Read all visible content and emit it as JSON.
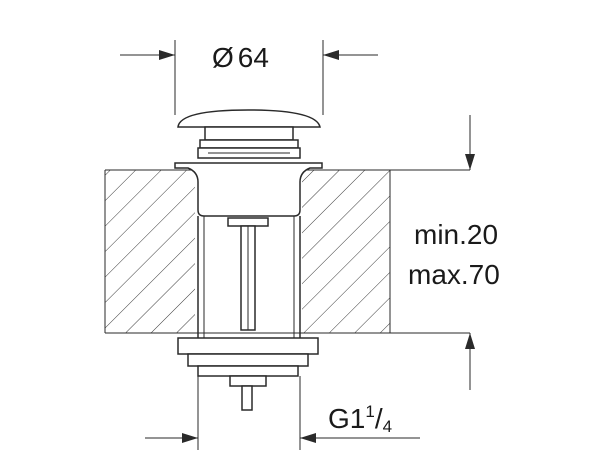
{
  "dimensions": {
    "diameter_symbol": "Ø",
    "diameter_value": "64",
    "thickness_min": "min.20",
    "thickness_max": "max.70",
    "thread_main": "G1",
    "thread_frac_num": "1",
    "thread_frac_sep": "/",
    "thread_frac_den": "4"
  }
}
